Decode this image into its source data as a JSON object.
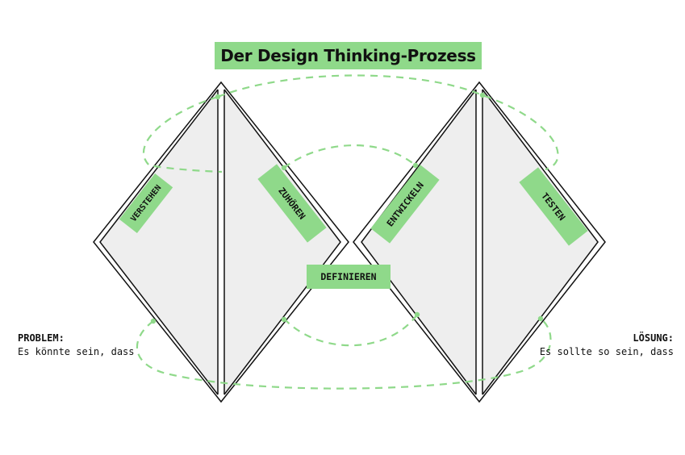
{
  "title": "Der Design Thinking-Prozess",
  "colors": {
    "accent_green": "#8fd98a",
    "dashed_path": "#8fd98a",
    "diamond_fill": "#eeeeee",
    "outline": "#111111",
    "background": "#ffffff"
  },
  "phases": [
    {
      "id": "verstehen",
      "label": "VERSTEHEN"
    },
    {
      "id": "zuhoeren",
      "label": "ZUHÖREN"
    },
    {
      "id": "definieren",
      "label": "DEFINIEREN"
    },
    {
      "id": "entwickeln",
      "label": "ENTWICKELN"
    },
    {
      "id": "testen",
      "label": "TESTEN"
    }
  ],
  "problem": {
    "heading": "PROBLEM:",
    "text": "Es könnte sein, dass"
  },
  "solution": {
    "heading": "LÖSUNG:",
    "text": "Es sollte so sein, dass"
  }
}
